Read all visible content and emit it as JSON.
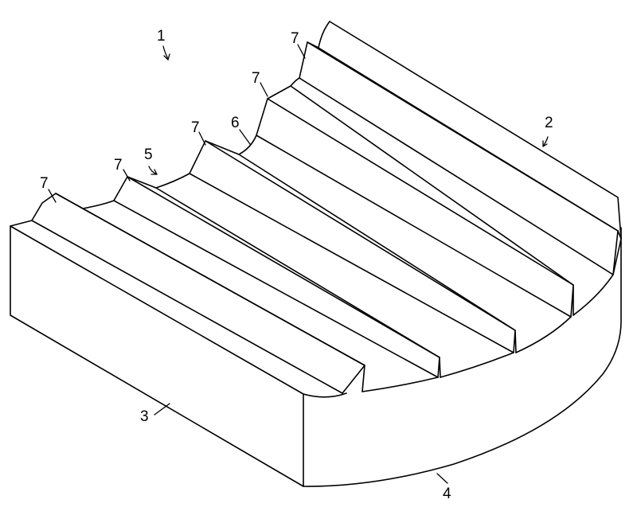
{
  "figure": {
    "labels": {
      "device": "1",
      "back_face": "2",
      "front_face": "3",
      "curved_face": "4",
      "concave_surface": "5",
      "groove_surface": "6",
      "ridge_a": "7",
      "ridge_b": "7",
      "ridge_c": "7",
      "ridge_d": "7",
      "ridge_e": "7"
    },
    "line_color": "#000000",
    "background_color": "#ffffff"
  }
}
